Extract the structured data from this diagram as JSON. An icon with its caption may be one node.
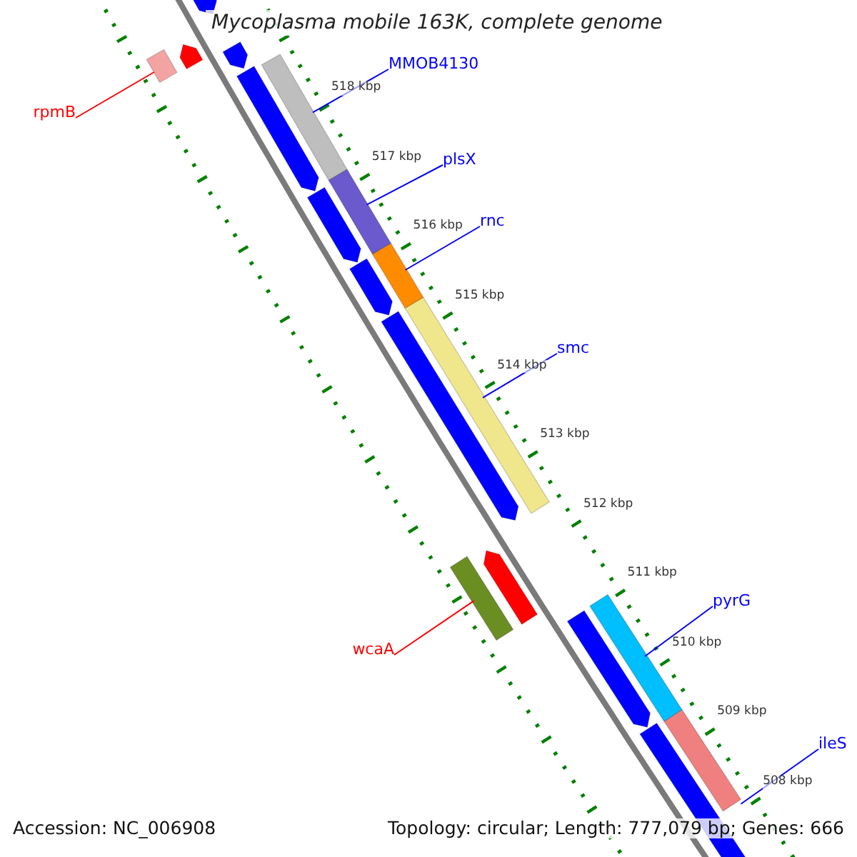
{
  "diagram": {
    "title": "Mycoplasma mobile 163K, complete genome",
    "nodes": [
      {
        "text": [
          "MMOB4130"
        ]
      },
      {
        "text": [],
        "shape": "bar"
      },
      {
        "text": [
          "rpmB"
        ]
      },
      {
        "text": [],
        "shape": "bar"
      },
      {
        "text": [
          "plsX"
        ]
      },
      {
        "text": [],
        "shape": "bar"
      },
      {
        "text": [
          "rnc"
        ]
      },
      {
        "text": [],
        "shape": "bar"
      },
      {
        "text": [
          "smc"
        ]
      },
      {
        "text": [],
        "shape": "bar"
      },
      {
        "text": [
          "wcaA"
        ]
      },
      {
        "text": [],
        "shape": "bar"
      },
      {
        "text": [
          "pyrG"
        ]
      },
      {
        "text": [],
        "shape": "bar"
      },
      {
        "text": [
          "ileS"
        ]
      },
      {
        "text": [],
        "shape": "bar"
      }
    ],
    "edges": [
      {
        "from": 0,
        "to": 1,
        "arrow": "none"
      },
      {
        "from": 2,
        "to": 3,
        "arrow": "none",
        "color": "#ff0000"
      },
      {
        "from": 4,
        "to": 5,
        "arrow": "none"
      },
      {
        "from": 6,
        "to": 7,
        "arrow": "none"
      },
      {
        "from": 8,
        "to": 9,
        "arrow": "none"
      },
      {
        "from": 10,
        "to": 11,
        "arrow": "none",
        "color": "#ff0000"
      },
      {
        "from": 12,
        "to": 13,
        "arrow": "none"
      },
      {
        "from": 14,
        "to": 15,
        "arrow": "none"
      }
    ],
    "labels": [
      "518 kbp",
      "517 kbp",
      "516 kbp",
      "515 kbp",
      "514 kbp",
      "513 kbp",
      "512 kbp",
      "511 kbp",
      "510 kbp",
      "509 kbp",
      "508 kbp",
      "Accession: NC_006908",
      "Topology: circular; Length: 777,079 bp; Genes: 666"
    ]
  }
}
